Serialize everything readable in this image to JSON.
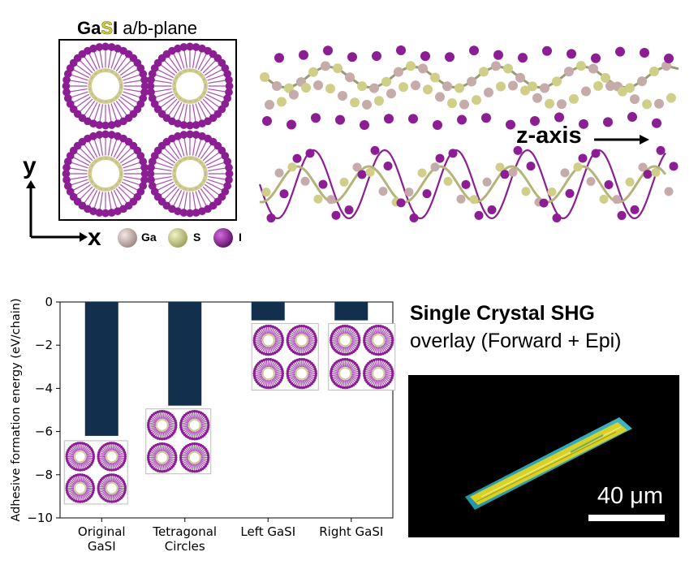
{
  "structure": {
    "title_prefix": "Ga",
    "title_highlight": "S",
    "title_suffix": "I",
    "title_plane": " a/b-plane",
    "axis_y": "y",
    "axis_x": "x",
    "legend": [
      {
        "label": "Ga",
        "color": "#c5acaa"
      },
      {
        "label": "S",
        "color": "#cfcf8a"
      },
      {
        "label": "I",
        "color": "#8b1e92"
      }
    ],
    "z_axis_label": "z-axis"
  },
  "chart_data": {
    "type": "bar",
    "categories": [
      "Original\nGaSI",
      "Tetragonal\nCircles",
      "Left GaSI",
      "Right GaSI"
    ],
    "values": [
      -6.2,
      -4.8,
      -0.85,
      -0.85
    ],
    "ylabel": "Adhesive formation energy (eV/chain)",
    "ylim": [
      -10,
      0
    ],
    "yticks": [
      0,
      -2,
      -4,
      -6,
      -8,
      -10
    ],
    "bar_color": "#12304d",
    "grid": false
  },
  "shg": {
    "title": "Single Crystal SHG",
    "subtitle": "overlay (Forward + Epi)",
    "scale_label": "40 μm"
  },
  "colors": {
    "ga": "#c5acaa",
    "s": "#cfcf8a",
    "i": "#8b1e92",
    "bar": "#12304d"
  }
}
